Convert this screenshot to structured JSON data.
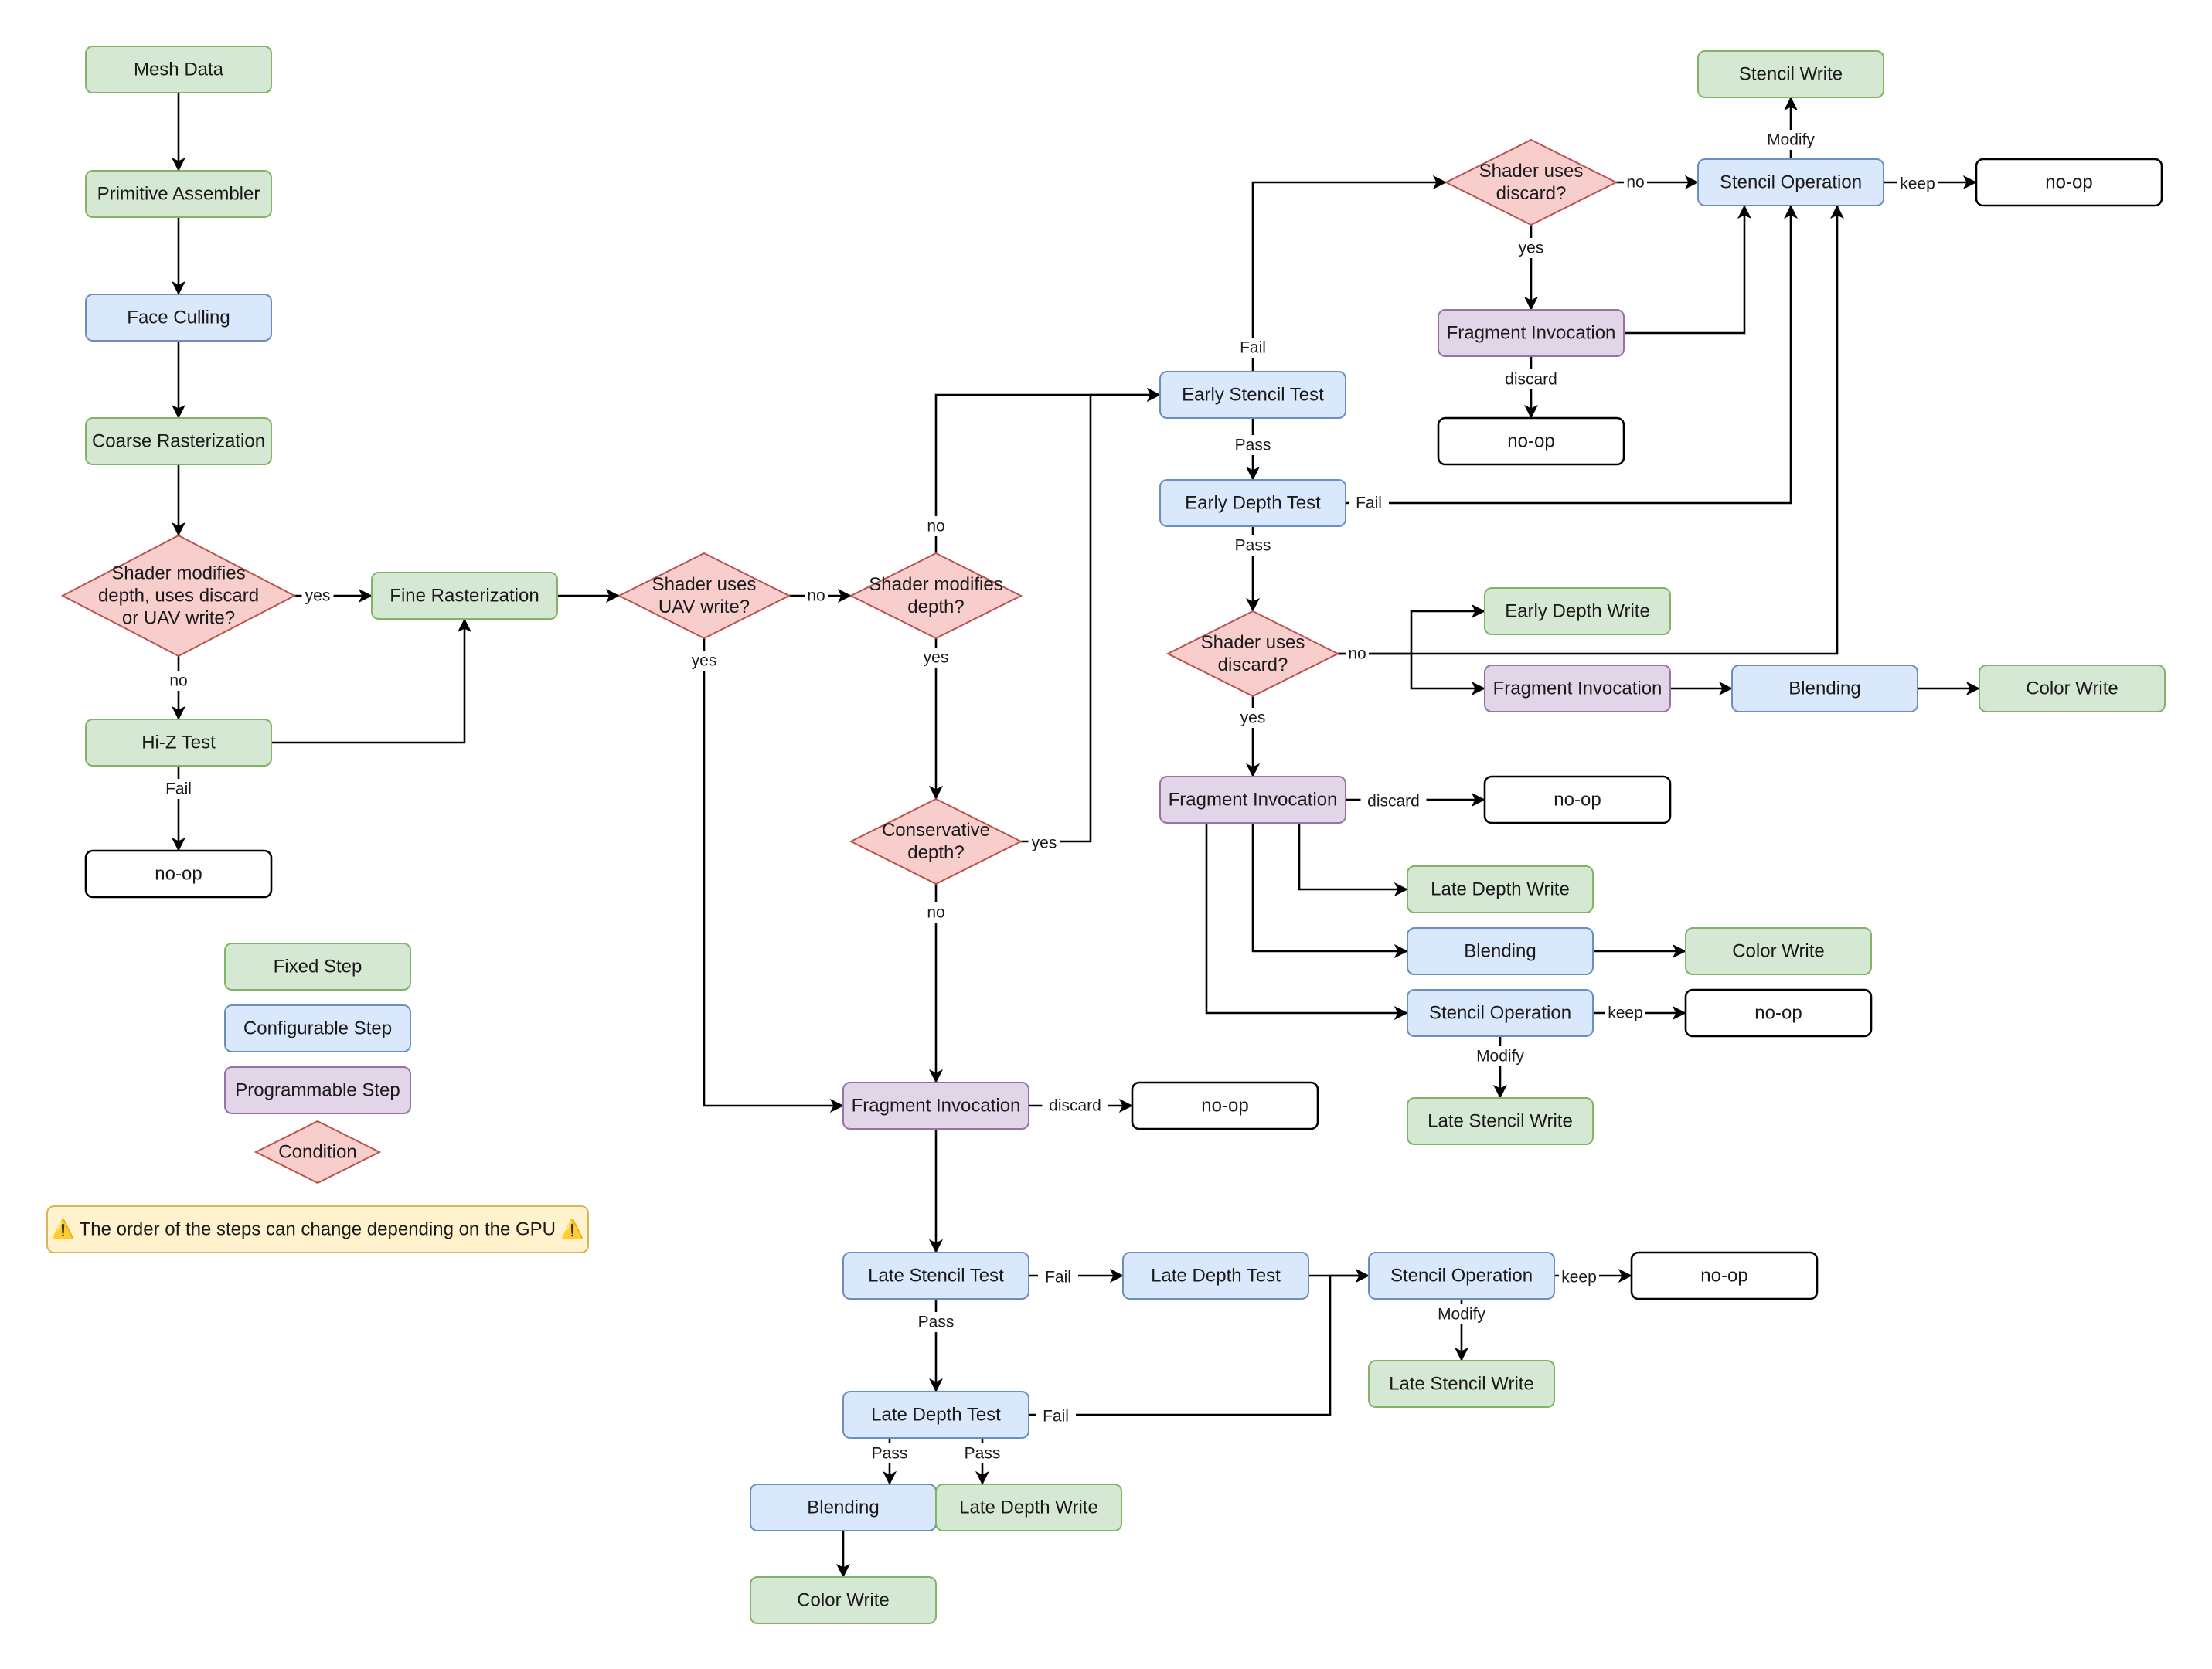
{
  "colors": {
    "fixed": {
      "fill": "#d5e8d4",
      "stroke": "#82b366"
    },
    "configurable": {
      "fill": "#dae8fc",
      "stroke": "#6c8ebf"
    },
    "programmable": {
      "fill": "#e1d5e7",
      "stroke": "#9673a6"
    },
    "condition": {
      "fill": "#f8cecc",
      "stroke": "#b85450"
    },
    "noop": {
      "fill": "#ffffff",
      "stroke": "#000000"
    },
    "note": {
      "fill": "#fff2cc",
      "stroke": "#d6b656"
    }
  },
  "nodes": [
    {
      "id": "mesh",
      "kind": "fixed",
      "lines": [
        "Mesh Data"
      ]
    },
    {
      "id": "prim",
      "kind": "fixed",
      "lines": [
        "Primitive Assembler"
      ]
    },
    {
      "id": "cull",
      "kind": "configurable",
      "lines": [
        "Face Culling"
      ]
    },
    {
      "id": "coarse",
      "kind": "fixed",
      "lines": [
        "Coarse Rasterization"
      ]
    },
    {
      "id": "c_mod",
      "kind": "condition",
      "lines": [
        "Shader modifies",
        "depth, uses discard",
        "or UAV write?"
      ]
    },
    {
      "id": "fine",
      "kind": "fixed",
      "lines": [
        "Fine Rasterization"
      ]
    },
    {
      "id": "hiz",
      "kind": "fixed",
      "lines": [
        "Hi-Z Test"
      ]
    },
    {
      "id": "noop_hiz",
      "kind": "noop",
      "lines": [
        "no-op"
      ]
    },
    {
      "id": "c_uav",
      "kind": "condition",
      "lines": [
        "Shader uses",
        "UAV write?"
      ]
    },
    {
      "id": "c_depth",
      "kind": "condition",
      "lines": [
        "Shader modifies",
        "depth?"
      ]
    },
    {
      "id": "c_cons",
      "kind": "condition",
      "lines": [
        "Conservative",
        "depth?"
      ]
    },
    {
      "id": "frag_late",
      "kind": "programmable",
      "lines": [
        "Fragment Invocation"
      ]
    },
    {
      "id": "noop_frag_late",
      "kind": "noop",
      "lines": [
        "no-op"
      ]
    },
    {
      "id": "late_stencil",
      "kind": "configurable",
      "lines": [
        "Late Stencil Test"
      ]
    },
    {
      "id": "late_depth_a",
      "kind": "configurable",
      "lines": [
        "Late Depth Test"
      ]
    },
    {
      "id": "stencil_op_b",
      "kind": "configurable",
      "lines": [
        "Stencil Operation"
      ]
    },
    {
      "id": "noop_b",
      "kind": "noop",
      "lines": [
        "no-op"
      ]
    },
    {
      "id": "late_stencil_write_b",
      "kind": "fixed",
      "lines": [
        "Late Stencil Write"
      ]
    },
    {
      "id": "late_depth_b",
      "kind": "configurable",
      "lines": [
        "Late Depth Test"
      ]
    },
    {
      "id": "blend_b",
      "kind": "configurable",
      "lines": [
        "Blending"
      ]
    },
    {
      "id": "late_depth_write_b",
      "kind": "fixed",
      "lines": [
        "Late Depth Write"
      ]
    },
    {
      "id": "color_b",
      "kind": "fixed",
      "lines": [
        "Color Write"
      ]
    },
    {
      "id": "early_stencil",
      "kind": "configurable",
      "lines": [
        "Early Stencil Test"
      ]
    },
    {
      "id": "early_depth",
      "kind": "configurable",
      "lines": [
        "Early Depth Test"
      ]
    },
    {
      "id": "c_disc_top",
      "kind": "condition",
      "lines": [
        "Shader uses",
        "discard?"
      ]
    },
    {
      "id": "stencil_op_t",
      "kind": "configurable",
      "lines": [
        "Stencil Operation"
      ]
    },
    {
      "id": "stencil_write_t",
      "kind": "fixed",
      "lines": [
        "Stencil Write"
      ]
    },
    {
      "id": "noop_t",
      "kind": "noop",
      "lines": [
        "no-op"
      ]
    },
    {
      "id": "frag_t",
      "kind": "programmable",
      "lines": [
        "Fragment Invocation"
      ]
    },
    {
      "id": "noop_frag_t",
      "kind": "noop",
      "lines": [
        "no-op"
      ]
    },
    {
      "id": "c_disc_mid",
      "kind": "condition",
      "lines": [
        "Shader uses",
        "discard?"
      ]
    },
    {
      "id": "early_depth_write",
      "kind": "fixed",
      "lines": [
        "Early Depth Write"
      ]
    },
    {
      "id": "frag_m",
      "kind": "programmable",
      "lines": [
        "Fragment Invocation"
      ]
    },
    {
      "id": "blend_m",
      "kind": "configurable",
      "lines": [
        "Blending"
      ]
    },
    {
      "id": "color_m",
      "kind": "fixed",
      "lines": [
        "Color Write"
      ]
    },
    {
      "id": "frag_d",
      "kind": "programmable",
      "lines": [
        "Fragment Invocation"
      ]
    },
    {
      "id": "noop_frag_d",
      "kind": "noop",
      "lines": [
        "no-op"
      ]
    },
    {
      "id": "late_depth_write_d",
      "kind": "fixed",
      "lines": [
        "Late Depth Write"
      ]
    },
    {
      "id": "blend_d",
      "kind": "configurable",
      "lines": [
        "Blending"
      ]
    },
    {
      "id": "color_d",
      "kind": "fixed",
      "lines": [
        "Color Write"
      ]
    },
    {
      "id": "stencil_op_d",
      "kind": "configurable",
      "lines": [
        "Stencil Operation"
      ]
    },
    {
      "id": "noop_d",
      "kind": "noop",
      "lines": [
        "no-op"
      ]
    },
    {
      "id": "late_stencil_write_d",
      "kind": "fixed",
      "lines": [
        "Late Stencil Write"
      ]
    },
    {
      "id": "legend_fixed",
      "kind": "fixed",
      "lines": [
        "Fixed Step"
      ]
    },
    {
      "id": "legend_config",
      "kind": "configurable",
      "lines": [
        "Configurable Step"
      ]
    },
    {
      "id": "legend_prog",
      "kind": "programmable",
      "lines": [
        "Programmable Step"
      ]
    },
    {
      "id": "legend_cond",
      "kind": "condition",
      "lines": [
        "Condition"
      ]
    },
    {
      "id": "note",
      "kind": "note",
      "lines": [
        "⚠️ The order of the steps can change depending on the GPU ⚠️"
      ]
    }
  ],
  "edges": [
    {
      "id": "mesh-prim",
      "label": ""
    },
    {
      "id": "prim-cull",
      "label": ""
    },
    {
      "id": "cull-coarse",
      "label": ""
    },
    {
      "id": "coarse-cmod",
      "label": ""
    },
    {
      "id": "cmod-fine",
      "label": "yes"
    },
    {
      "id": "cmod-hiz",
      "label": "no"
    },
    {
      "id": "hiz-noop",
      "label": "Fail"
    },
    {
      "id": "hiz-fine",
      "label": ""
    },
    {
      "id": "fine-cuav",
      "label": ""
    },
    {
      "id": "cuav-cdepth",
      "label": "no"
    },
    {
      "id": "cuav-fraglate",
      "label": "yes"
    },
    {
      "id": "cdepth-earlystencil",
      "label": "no"
    },
    {
      "id": "cdepth-ccons",
      "label": "yes"
    },
    {
      "id": "ccons-earlystencil",
      "label": "yes"
    },
    {
      "id": "ccons-fraglate",
      "label": "no"
    },
    {
      "id": "fraglate-noop",
      "label": "discard"
    },
    {
      "id": "fraglate-latestencil",
      "label": ""
    },
    {
      "id": "latestencil-latedeptha",
      "label": "Fail"
    },
    {
      "id": "latestencil-latedepthb",
      "label": "Pass"
    },
    {
      "id": "latedeptha-stencilopb",
      "label": ""
    },
    {
      "id": "latedepthb-stencilopb",
      "label": "Fail"
    },
    {
      "id": "stencilopb-noop",
      "label": "keep"
    },
    {
      "id": "stencilopb-write",
      "label": "Modify"
    },
    {
      "id": "latedepthb-blend",
      "label": "Pass"
    },
    {
      "id": "latedepthb-depthwrite",
      "label": "Pass"
    },
    {
      "id": "blendb-color",
      "label": ""
    },
    {
      "id": "earlystencil-cdisctop",
      "label": "Fail"
    },
    {
      "id": "earlystencil-earlydepth",
      "label": "Pass"
    },
    {
      "id": "earlydepth-stencilopt",
      "label": "Fail"
    },
    {
      "id": "earlydepth-cdiscmid",
      "label": "Pass"
    },
    {
      "id": "cdisctop-stencilopt",
      "label": "no"
    },
    {
      "id": "cdisctop-fragt",
      "label": "yes"
    },
    {
      "id": "fragt-stencilopt",
      "label": ""
    },
    {
      "id": "fragt-noop",
      "label": "discard"
    },
    {
      "id": "stencilopt-noop",
      "label": "keep"
    },
    {
      "id": "stencilopt-write",
      "label": "Modify"
    },
    {
      "id": "cdiscmid-stencilopt",
      "label": "no"
    },
    {
      "id": "cdiscmid-earlydepthwrite",
      "label": ""
    },
    {
      "id": "cdiscmid-fragm",
      "label": ""
    },
    {
      "id": "fragm-blend",
      "label": ""
    },
    {
      "id": "blendm-color",
      "label": ""
    },
    {
      "id": "cdiscmid-fragd",
      "label": "yes"
    },
    {
      "id": "fragd-noop",
      "label": "discard"
    },
    {
      "id": "fragd-latedepthwrite",
      "label": ""
    },
    {
      "id": "fragd-blend",
      "label": ""
    },
    {
      "id": "fragd-stencilop",
      "label": ""
    },
    {
      "id": "blendd-color",
      "label": ""
    },
    {
      "id": "stencilopd-noop",
      "label": "keep"
    },
    {
      "id": "stencilopd-write",
      "label": "Modify"
    }
  ]
}
